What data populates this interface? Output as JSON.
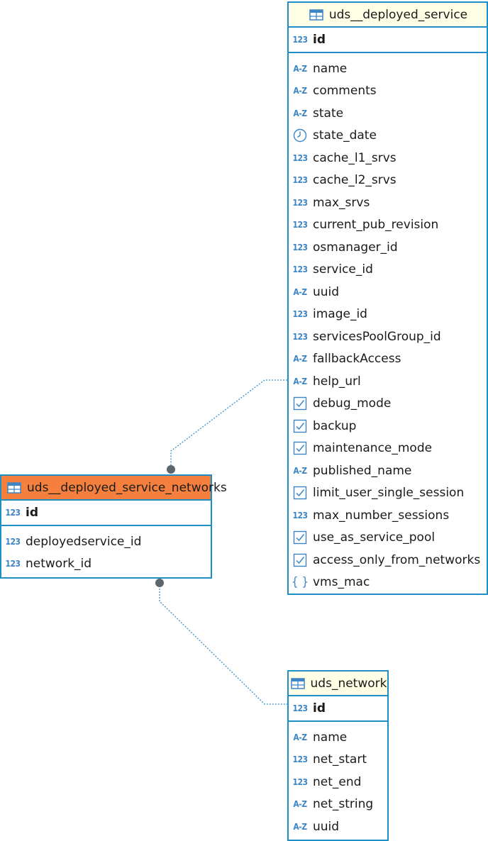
{
  "tables": {
    "deployed_service": {
      "name": "uds__deployed_service",
      "pk": {
        "name": "id",
        "type": "number"
      },
      "columns": [
        {
          "name": "name",
          "type": "string"
        },
        {
          "name": "comments",
          "type": "string"
        },
        {
          "name": "state",
          "type": "string"
        },
        {
          "name": "state_date",
          "type": "datetime"
        },
        {
          "name": "cache_l1_srvs",
          "type": "number"
        },
        {
          "name": "cache_l2_srvs",
          "type": "number"
        },
        {
          "name": "max_srvs",
          "type": "number"
        },
        {
          "name": "current_pub_revision",
          "type": "number"
        },
        {
          "name": "osmanager_id",
          "type": "number"
        },
        {
          "name": "service_id",
          "type": "number"
        },
        {
          "name": "uuid",
          "type": "string"
        },
        {
          "name": "image_id",
          "type": "number"
        },
        {
          "name": "servicesPoolGroup_id",
          "type": "number"
        },
        {
          "name": "fallbackAccess",
          "type": "string"
        },
        {
          "name": "help_url",
          "type": "string"
        },
        {
          "name": "debug_mode",
          "type": "boolean"
        },
        {
          "name": "backup",
          "type": "boolean"
        },
        {
          "name": "maintenance_mode",
          "type": "boolean"
        },
        {
          "name": "published_name",
          "type": "string"
        },
        {
          "name": "limit_user_single_session",
          "type": "boolean"
        },
        {
          "name": "max_number_sessions",
          "type": "number"
        },
        {
          "name": "use_as_service_pool",
          "type": "boolean"
        },
        {
          "name": "access_only_from_networks",
          "type": "boolean"
        },
        {
          "name": "vms_mac",
          "type": "json"
        }
      ]
    },
    "networks_link": {
      "name": "uds__deployed_service_networks",
      "pk": {
        "name": "id",
        "type": "number"
      },
      "columns": [
        {
          "name": "deployedservice_id",
          "type": "number"
        },
        {
          "name": "network_id",
          "type": "number"
        }
      ]
    },
    "network": {
      "name": "uds_network",
      "pk": {
        "name": "id",
        "type": "number"
      },
      "columns": [
        {
          "name": "name",
          "type": "string"
        },
        {
          "name": "net_start",
          "type": "number"
        },
        {
          "name": "net_end",
          "type": "number"
        },
        {
          "name": "net_string",
          "type": "string"
        },
        {
          "name": "uuid",
          "type": "string"
        }
      ]
    }
  },
  "type_icons": {
    "number": "123",
    "string": "A-Z",
    "datetime": "clock-icon",
    "boolean": "checkbox-icon",
    "json": "{ }",
    "table": "table-icon"
  },
  "colors": {
    "border": "#1e8fc4",
    "header_default": "#ffffe6",
    "header_selected": "#f5803e",
    "icon": "#3d86c6",
    "link": "#3a8fc6",
    "link_endpoint": "#5a6670"
  }
}
